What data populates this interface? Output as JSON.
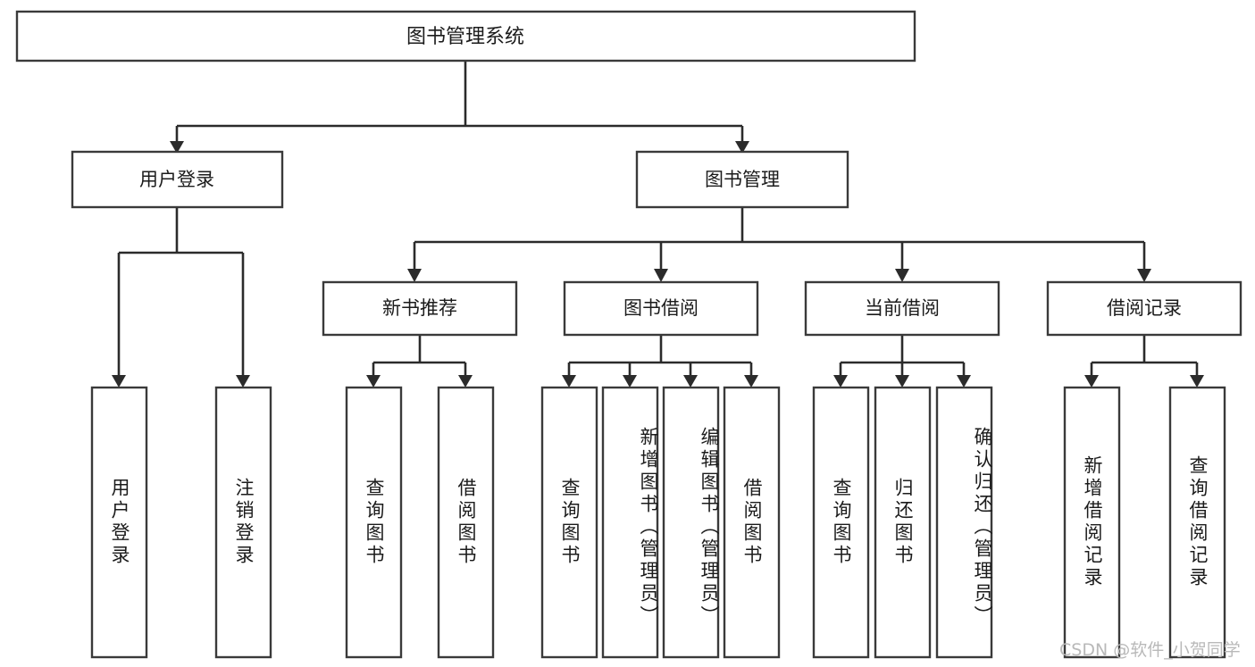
{
  "diagram": {
    "type": "tree",
    "title": "图书管理系统",
    "root": {
      "label": "图书管理系统"
    },
    "level2": [
      {
        "label": "用户登录"
      },
      {
        "label": "图书管理"
      }
    ],
    "level3": [
      {
        "label": "新书推荐"
      },
      {
        "label": "图书借阅"
      },
      {
        "label": "当前借阅"
      },
      {
        "label": "借阅记录"
      }
    ],
    "leaves": {
      "user_login": [
        {
          "label": "用户登录"
        },
        {
          "label": "注销登录"
        }
      ],
      "new_book_recommend": [
        {
          "label": "查询图书"
        },
        {
          "label": "借阅图书"
        }
      ],
      "book_borrow": [
        {
          "label": "查询图书"
        },
        {
          "label": "新增图书（管理员）"
        },
        {
          "label": "编辑图书（管理员）"
        },
        {
          "label": "借阅图书"
        }
      ],
      "current_borrow": [
        {
          "label": "查询图书"
        },
        {
          "label": "归还图书"
        },
        {
          "label": "确认归还（管理员）"
        }
      ],
      "borrow_record": [
        {
          "label": "新增借阅记录"
        },
        {
          "label": "查询借阅记录"
        }
      ]
    }
  },
  "watermark": {
    "text": "CSDN @软件_小贺同学"
  },
  "colors": {
    "box_stroke": "#3a3a3a",
    "line": "#2b2b2b",
    "text": "#1b1b1b",
    "background": "#ffffff",
    "watermark": "#b9b9b9"
  }
}
